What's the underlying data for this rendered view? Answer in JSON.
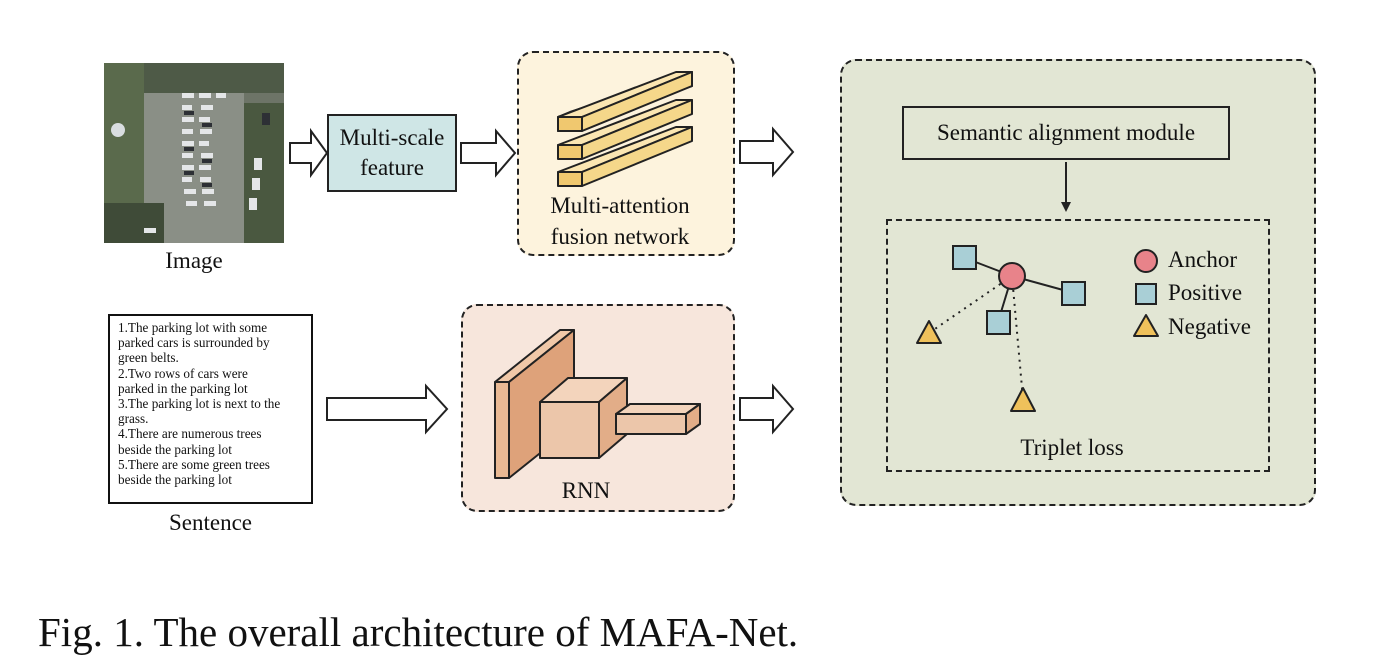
{
  "figure": {
    "image_label": "Image",
    "sentence_label": "Sentence",
    "feature_box_lines": [
      "Multi-scale",
      "feature"
    ],
    "attention_lines": [
      "Multi-attention",
      "fusion network"
    ],
    "rnn_label": "RNN",
    "semantic_module": "Semantic alignment module",
    "triplet_label": "Triplet loss",
    "legend": {
      "anchor": "Anchor",
      "positive": "Positive",
      "negative": "Negative"
    },
    "sentences": [
      "1.The parking lot with some",
      "parked cars is surrounded by",
      "green belts.",
      "2.Two rows of cars were",
      "parked in the parking lot",
      "3.The parking lot is next to the",
      "grass.",
      "4.There are numerous trees",
      "beside the parking lot",
      "5.There are some green trees",
      "beside the parking lot"
    ],
    "caption": "Fig. 1. The overall architecture of MAFA-Net."
  },
  "colors": {
    "feature_box": "#cfe6e6",
    "attention_bg": "#fdf3dd",
    "attention_bar": "#f5d78a",
    "rnn_bg": "#f7e6dc",
    "rnn_block": "#e9b994",
    "panel_bg": "#e2e6d4",
    "anchor": "#e8838a",
    "positive": "#a9cfd6",
    "negative": "#efc15b"
  },
  "icons": {
    "flow_arrows": "hollow-arrow-icon",
    "anchor_marker": "circle-icon",
    "positive_marker": "square-icon",
    "negative_marker": "triangle-icon"
  }
}
